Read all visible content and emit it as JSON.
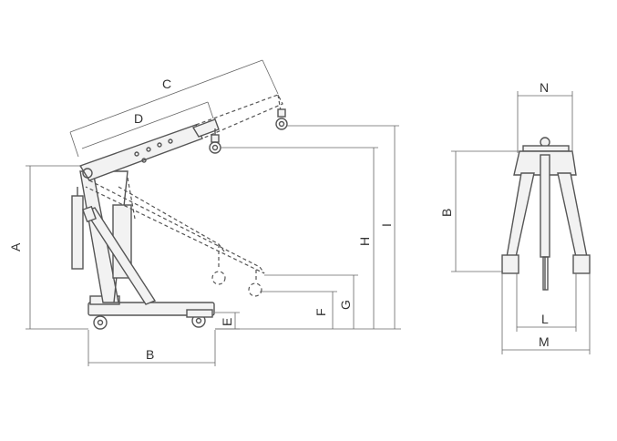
{
  "labels": {
    "A": "A",
    "B": "B",
    "C": "C",
    "D": "D",
    "E": "E",
    "F": "F",
    "G": "G",
    "H": "H",
    "I": "I",
    "N": "N",
    "B2": "B",
    "L": "L",
    "M": "M"
  }
}
